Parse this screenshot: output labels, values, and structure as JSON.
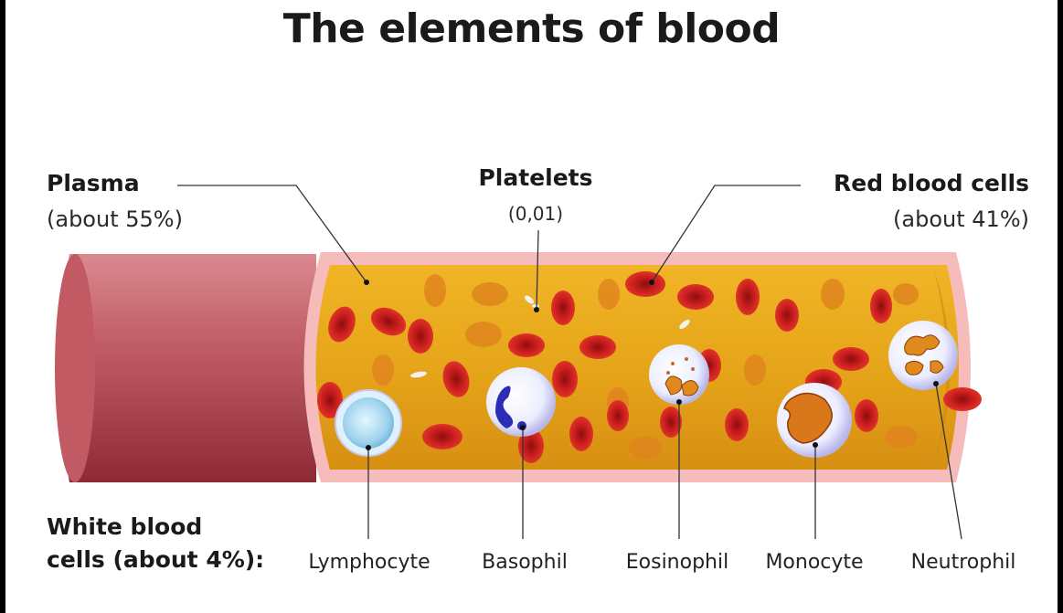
{
  "title": "The elements of blood",
  "plasma": {
    "name": "Plasma",
    "share": "(about 55%)"
  },
  "platelets": {
    "name": "Platelets",
    "share": "(0,01)"
  },
  "red_cells": {
    "name": "Red blood cells",
    "share": "(about 41%)"
  },
  "white_cells": {
    "line1": "White blood",
    "line2": "cells (about 4%):",
    "types": [
      "Lymphocyte",
      "Basophil",
      "Eosinophil",
      "Monocyte",
      "Neutrophil"
    ]
  },
  "colors": {
    "vessel_wall": "#b84a55",
    "vessel_rim": "#f4b8b8",
    "plasma": "#e8a81c",
    "red_cell": "#c81e1e",
    "white_cell": "#eef0ff"
  }
}
